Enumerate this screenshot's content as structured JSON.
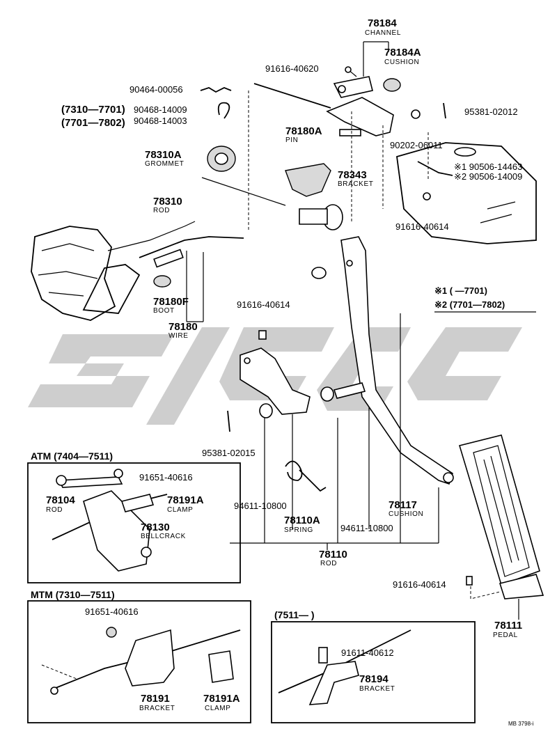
{
  "labels": {
    "l78184": "78184",
    "channel": "CHANNEL",
    "l78184A": "78184A",
    "cushion_top": "CUSHION",
    "l9161640620": "91616-40620",
    "l9046400056": "90464-00056",
    "range_a": "(7310—7701)",
    "range_b": "(7701—7802)",
    "l9046814009": "90468-14009",
    "l9046814003": "90468-14003",
    "l9538102012": "95381-02012",
    "l78180A": "78180A",
    "pin": "PIN",
    "l9020206011": "90202-06011",
    "l78310A": "78310A",
    "grommet": "GROMMET",
    "l78343": "78343",
    "bracket_mid": "BRACKET",
    "l9050614463": "※1 90506-14463",
    "l9050614009": "※2 90506-14009",
    "l78310": "78310",
    "rod_top": "ROD",
    "l9161640614a": "91616-40614",
    "l78180F": "78180F",
    "boot": "BOOT",
    "l78180": "78180",
    "wire": "WIRE",
    "l9161640614b": "91616-40614",
    "note1": "※1 (      —7701)",
    "note2": "※2 (7701—7802)",
    "l9538102015": "95381-02015",
    "l9461110800a": "94611-10800",
    "l78110A": "78110A",
    "spring": "SPRING",
    "l9461110800b": "94611-10800",
    "l78117": "78117",
    "cushion_mid": "CUSHION",
    "l78110": "78110",
    "rod_mid": "ROD",
    "l9161640614c": "91616-40614",
    "l78111": "78111",
    "pedal": "PEDAL"
  },
  "atm": {
    "title": "ATM (7404—7511)",
    "l9165140616": "91651-40616",
    "l78104": "78104",
    "rod": "ROD",
    "l78191A": "78191A",
    "clamp": "CLAMP",
    "l78130": "78130",
    "bellcrack": "BELLCRACK"
  },
  "mtm": {
    "title": "MTM (7310—7511)",
    "l9165140616": "91651-40616",
    "l78191": "78191",
    "bracket": "BRACKET",
    "l78191A": "78191A",
    "clamp": "CLAMP"
  },
  "late": {
    "title": "(7511—        )",
    "l9161140612": "91611-40612",
    "l78194": "78194",
    "bracket": "BRACKET"
  },
  "footer": {
    "code": "MB 3798-i"
  },
  "colors": {
    "ink": "#000000",
    "watermark": "#bdbdbd"
  }
}
